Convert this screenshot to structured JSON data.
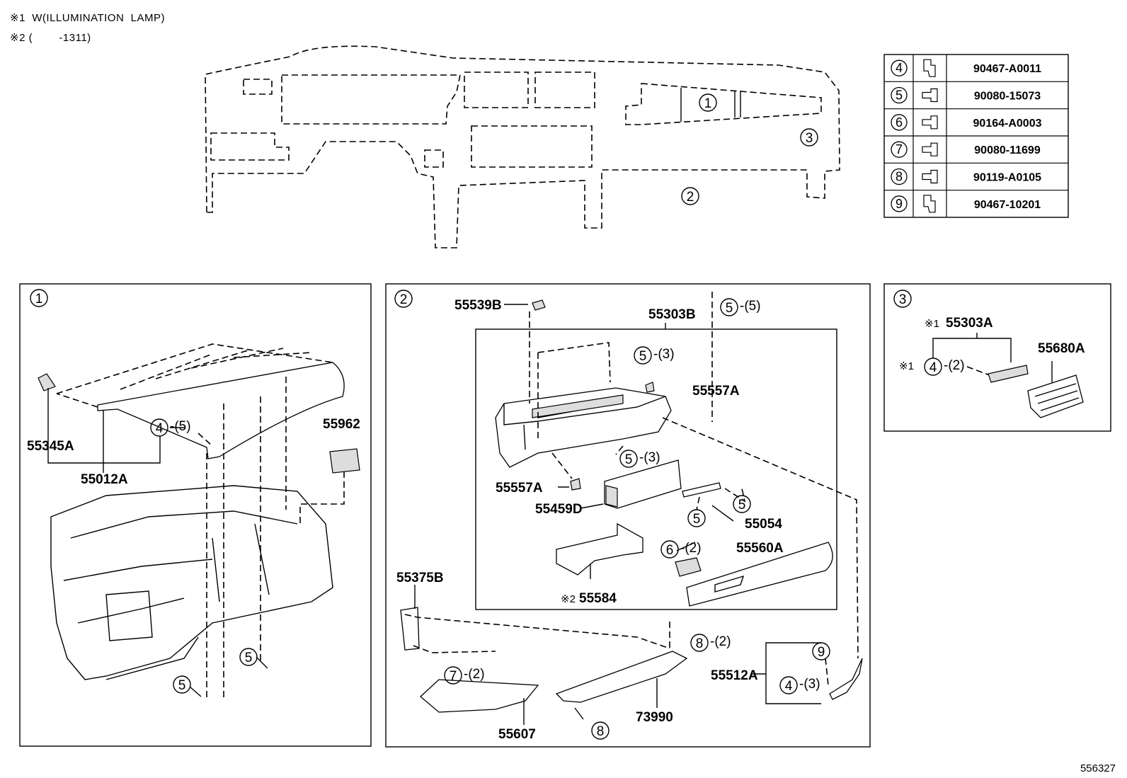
{
  "notes": {
    "line1": "※1  W(ILLUMINATION  LAMP)",
    "line2": "※2 (        -1311)"
  },
  "diagram_id": "556327",
  "fastener_table": [
    {
      "ref": "4",
      "part": "90467-A0011",
      "icon": "clip-icon"
    },
    {
      "ref": "5",
      "part": "90080-15073",
      "icon": "screw-icon"
    },
    {
      "ref": "6",
      "part": "90164-A0003",
      "icon": "screw-icon"
    },
    {
      "ref": "7",
      "part": "90080-11699",
      "icon": "screw-icon"
    },
    {
      "ref": "8",
      "part": "90119-A0105",
      "icon": "screw-icon"
    },
    {
      "ref": "9",
      "part": "90467-10201",
      "icon": "clip-icon"
    }
  ],
  "overview": {
    "callouts": [
      "1",
      "2",
      "3"
    ]
  },
  "panel1": {
    "index": "1",
    "parts": [
      "55345A",
      "55012A",
      "55962"
    ],
    "callouts": [
      {
        "ref": "4",
        "qty": "-(5)"
      },
      {
        "ref": "5",
        "qty": ""
      },
      {
        "ref": "5",
        "qty": ""
      }
    ]
  },
  "panel2": {
    "index": "2",
    "parts": [
      "55539B",
      "55303B",
      "55557A",
      "55557A",
      "55459D",
      "55054",
      "55560A",
      "※2",
      "55584",
      "55375B",
      "55607",
      "73990",
      "55512A"
    ],
    "callouts": [
      {
        "ref": "5",
        "qty": "-(5)"
      },
      {
        "ref": "5",
        "qty": "-(3)"
      },
      {
        "ref": "5",
        "qty": "-(3)"
      },
      {
        "ref": "5",
        "qty": ""
      },
      {
        "ref": "5",
        "qty": ""
      },
      {
        "ref": "6",
        "qty": "-(2)"
      },
      {
        "ref": "7",
        "qty": "-(2)"
      },
      {
        "ref": "8",
        "qty": "-(2)"
      },
      {
        "ref": "8",
        "qty": ""
      },
      {
        "ref": "9",
        "qty": ""
      },
      {
        "ref": "4",
        "qty": "-(3)"
      }
    ]
  },
  "panel3": {
    "index": "3",
    "parts": [
      "55303A",
      "55680A"
    ],
    "marks": [
      "※1",
      "※1"
    ],
    "callouts": [
      {
        "ref": "4",
        "qty": "-(2)"
      }
    ]
  }
}
